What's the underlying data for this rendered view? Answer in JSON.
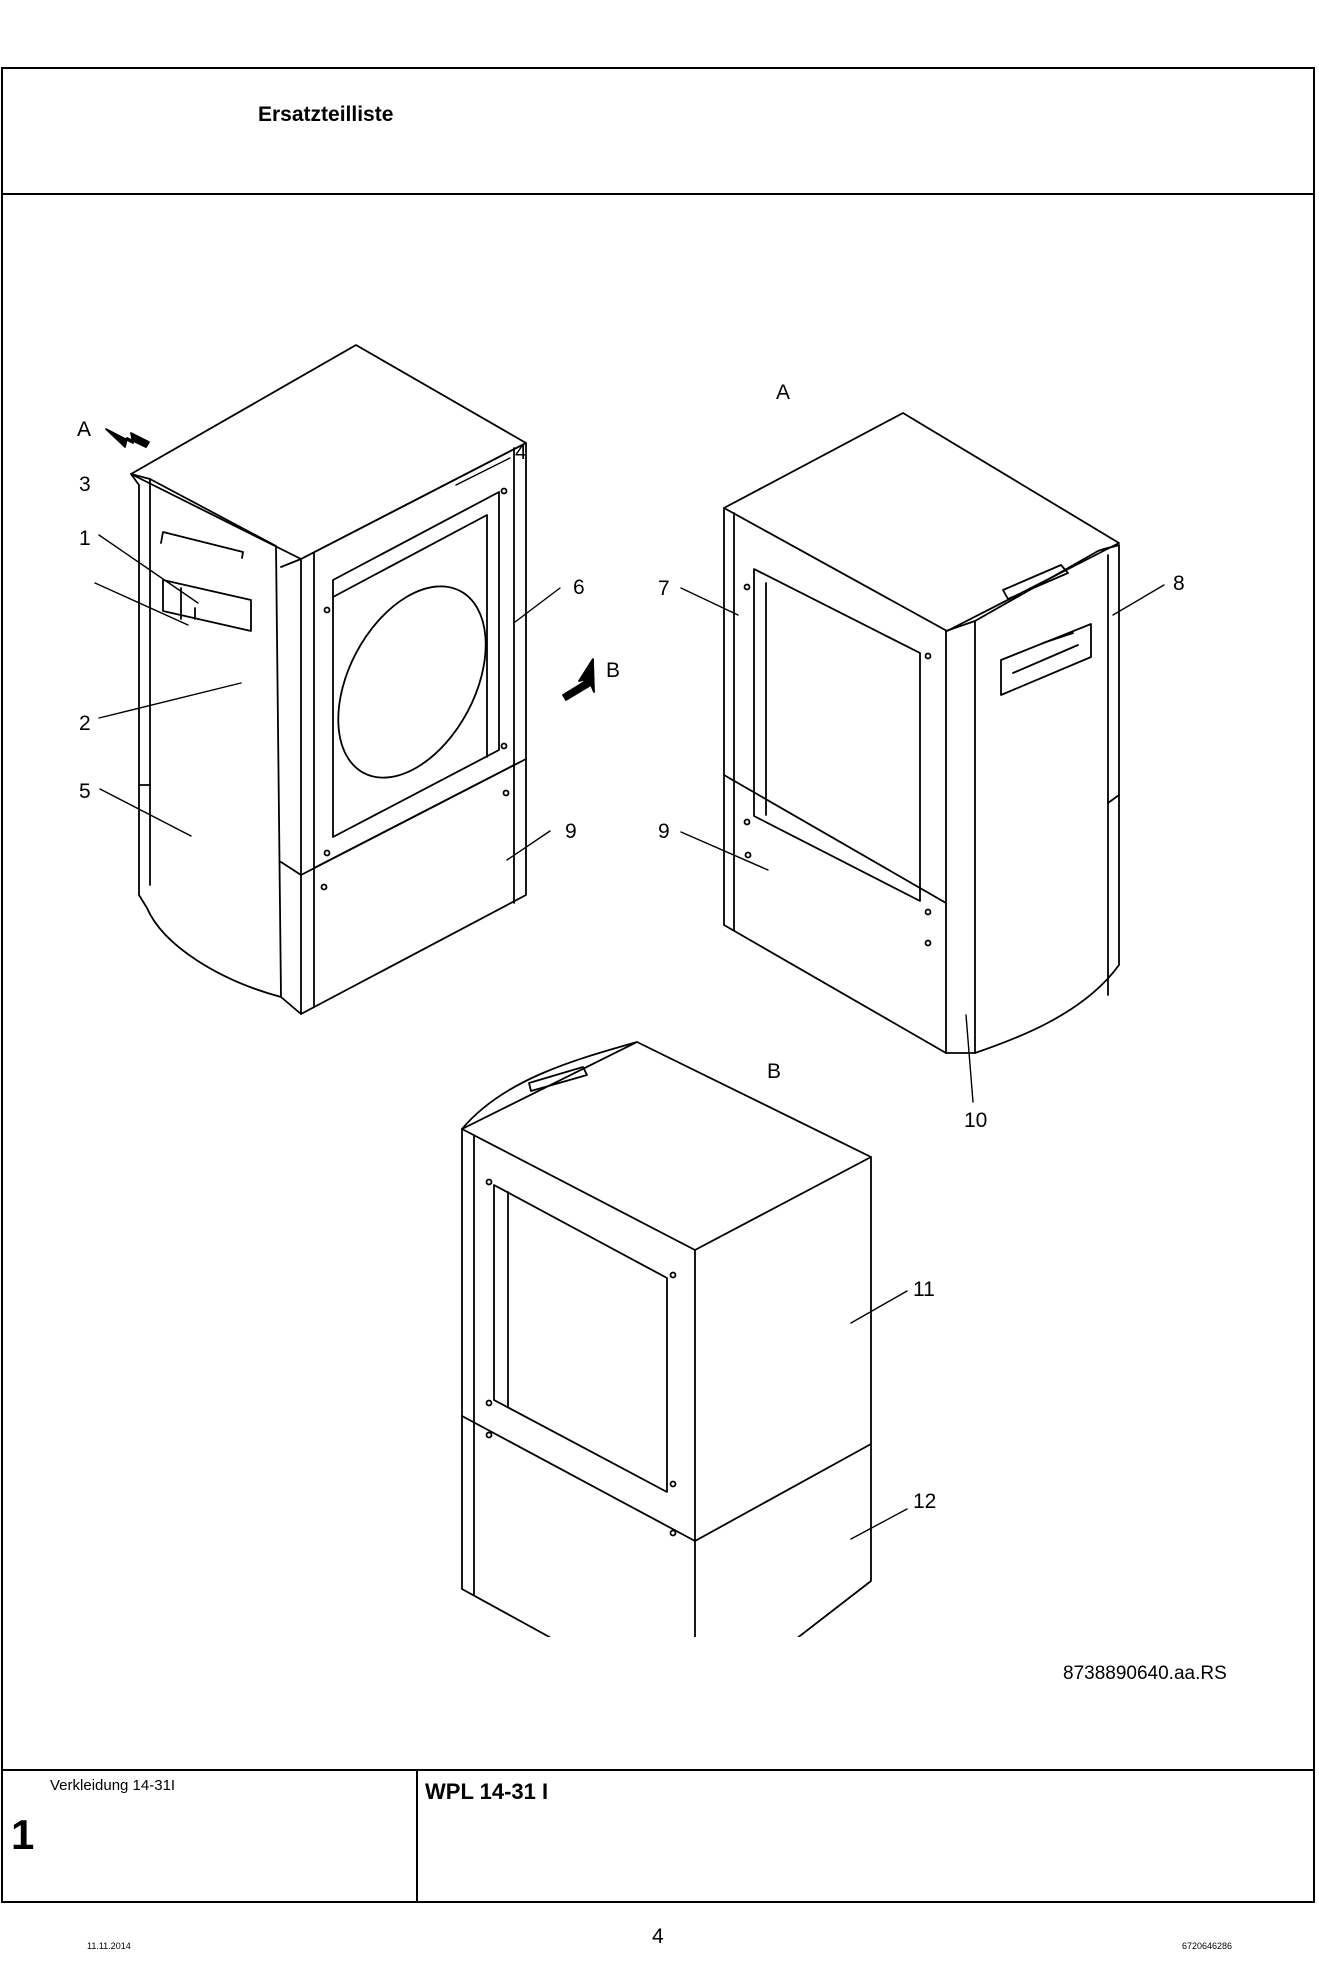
{
  "header": {
    "title": "Ersatzteilliste"
  },
  "drawing": {
    "code": "8738890640.aa.RS",
    "view_labels": {
      "a_arrow": "A",
      "b_arrow": "B",
      "a_view": "A",
      "b_view": "B"
    },
    "callouts": {
      "c1": "1",
      "c2": "2",
      "c3": "3",
      "c4": "4",
      "c5": "5",
      "c6": "6",
      "c7": "7",
      "c8": "8",
      "c9a": "9",
      "c9b": "9",
      "c10": "10",
      "c11": "11",
      "c12": "12"
    }
  },
  "footer": {
    "assembly_name": "Verkleidung 14-31I",
    "assembly_number": "1",
    "model": "WPL 14-31 I",
    "date": "11.11.2014",
    "page": "4",
    "doc_number": "6720646286"
  }
}
